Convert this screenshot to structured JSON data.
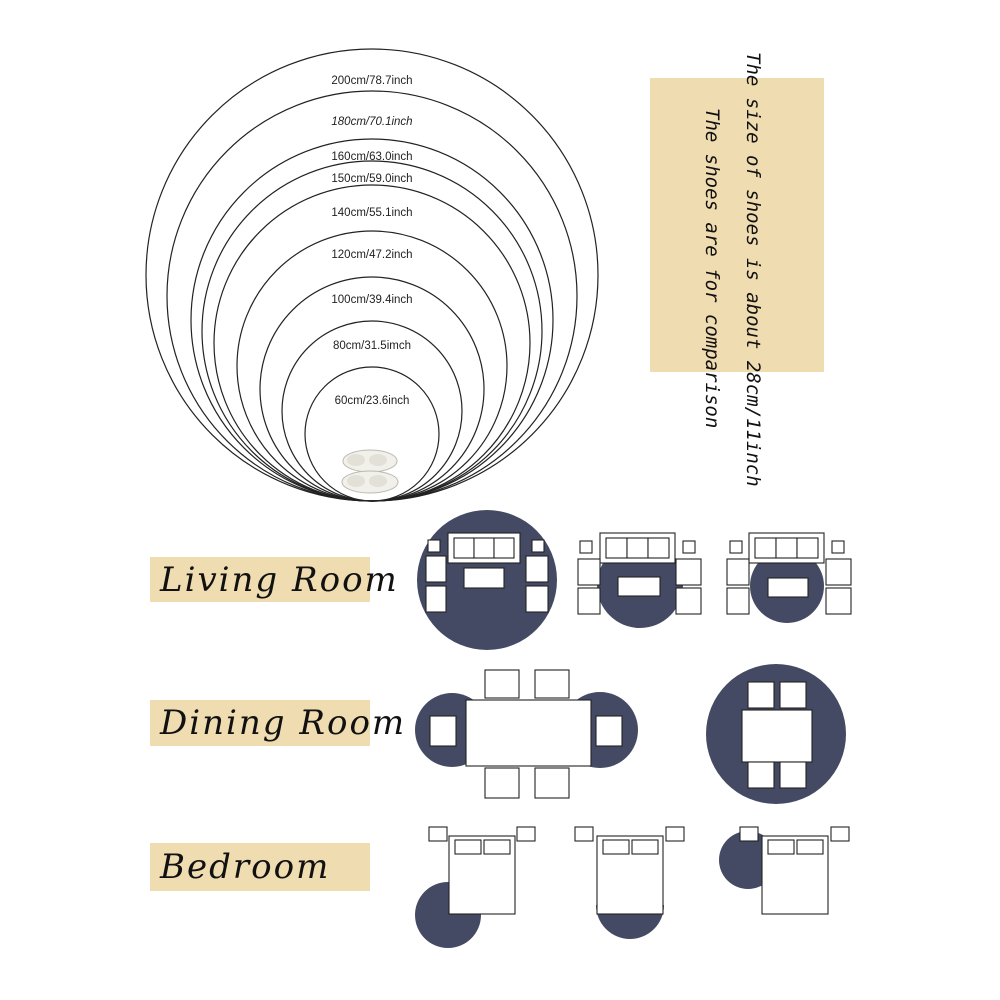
{
  "size_labels": [
    "200cm/78.7inch",
    "180cm/70.1inch",
    "160cm/63.0inch",
    "150cm/59.0inch",
    "140cm/55.1inch",
    "120cm/47.2inch",
    "100cm/39.4inch",
    "80cm/31.5imch",
    "60cm/23.6inch"
  ],
  "note": {
    "line1": "The size of shoes is about 28cm/11inch",
    "line2": "The shoes are for comparison"
  },
  "rooms": {
    "living": "Living Room",
    "dining": "Dining Room",
    "bedroom": "Bedroom"
  },
  "colors": {
    "rug": "#444a63",
    "tan": "#efdcb0",
    "line": "#222222"
  }
}
